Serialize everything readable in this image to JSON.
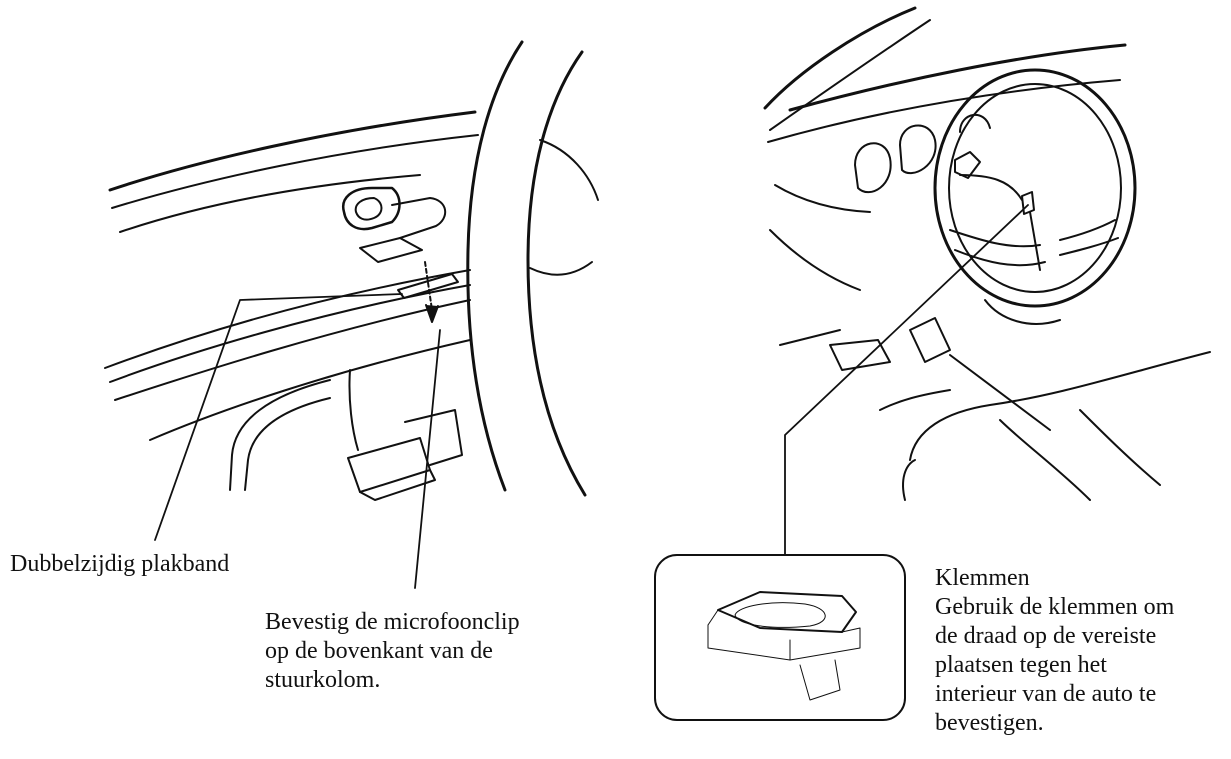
{
  "labels": {
    "tape": "Dubbelzijdig plakband",
    "clip_line_1": "Bevestig de microfoonclip",
    "clip_line_2": "op de bovenkant van de",
    "clip_line_3": "stuurkolom.",
    "clamps_title": "Klemmen",
    "clamps_line_1": "Gebruik de klemmen om",
    "clamps_line_2": "de draad op de vereiste",
    "clamps_line_3": "plaatsen tegen het",
    "clamps_line_4": "interieur van de auto te",
    "clamps_line_5": "bevestigen."
  },
  "colors": {
    "ink": "#111111",
    "background": "#ffffff"
  }
}
